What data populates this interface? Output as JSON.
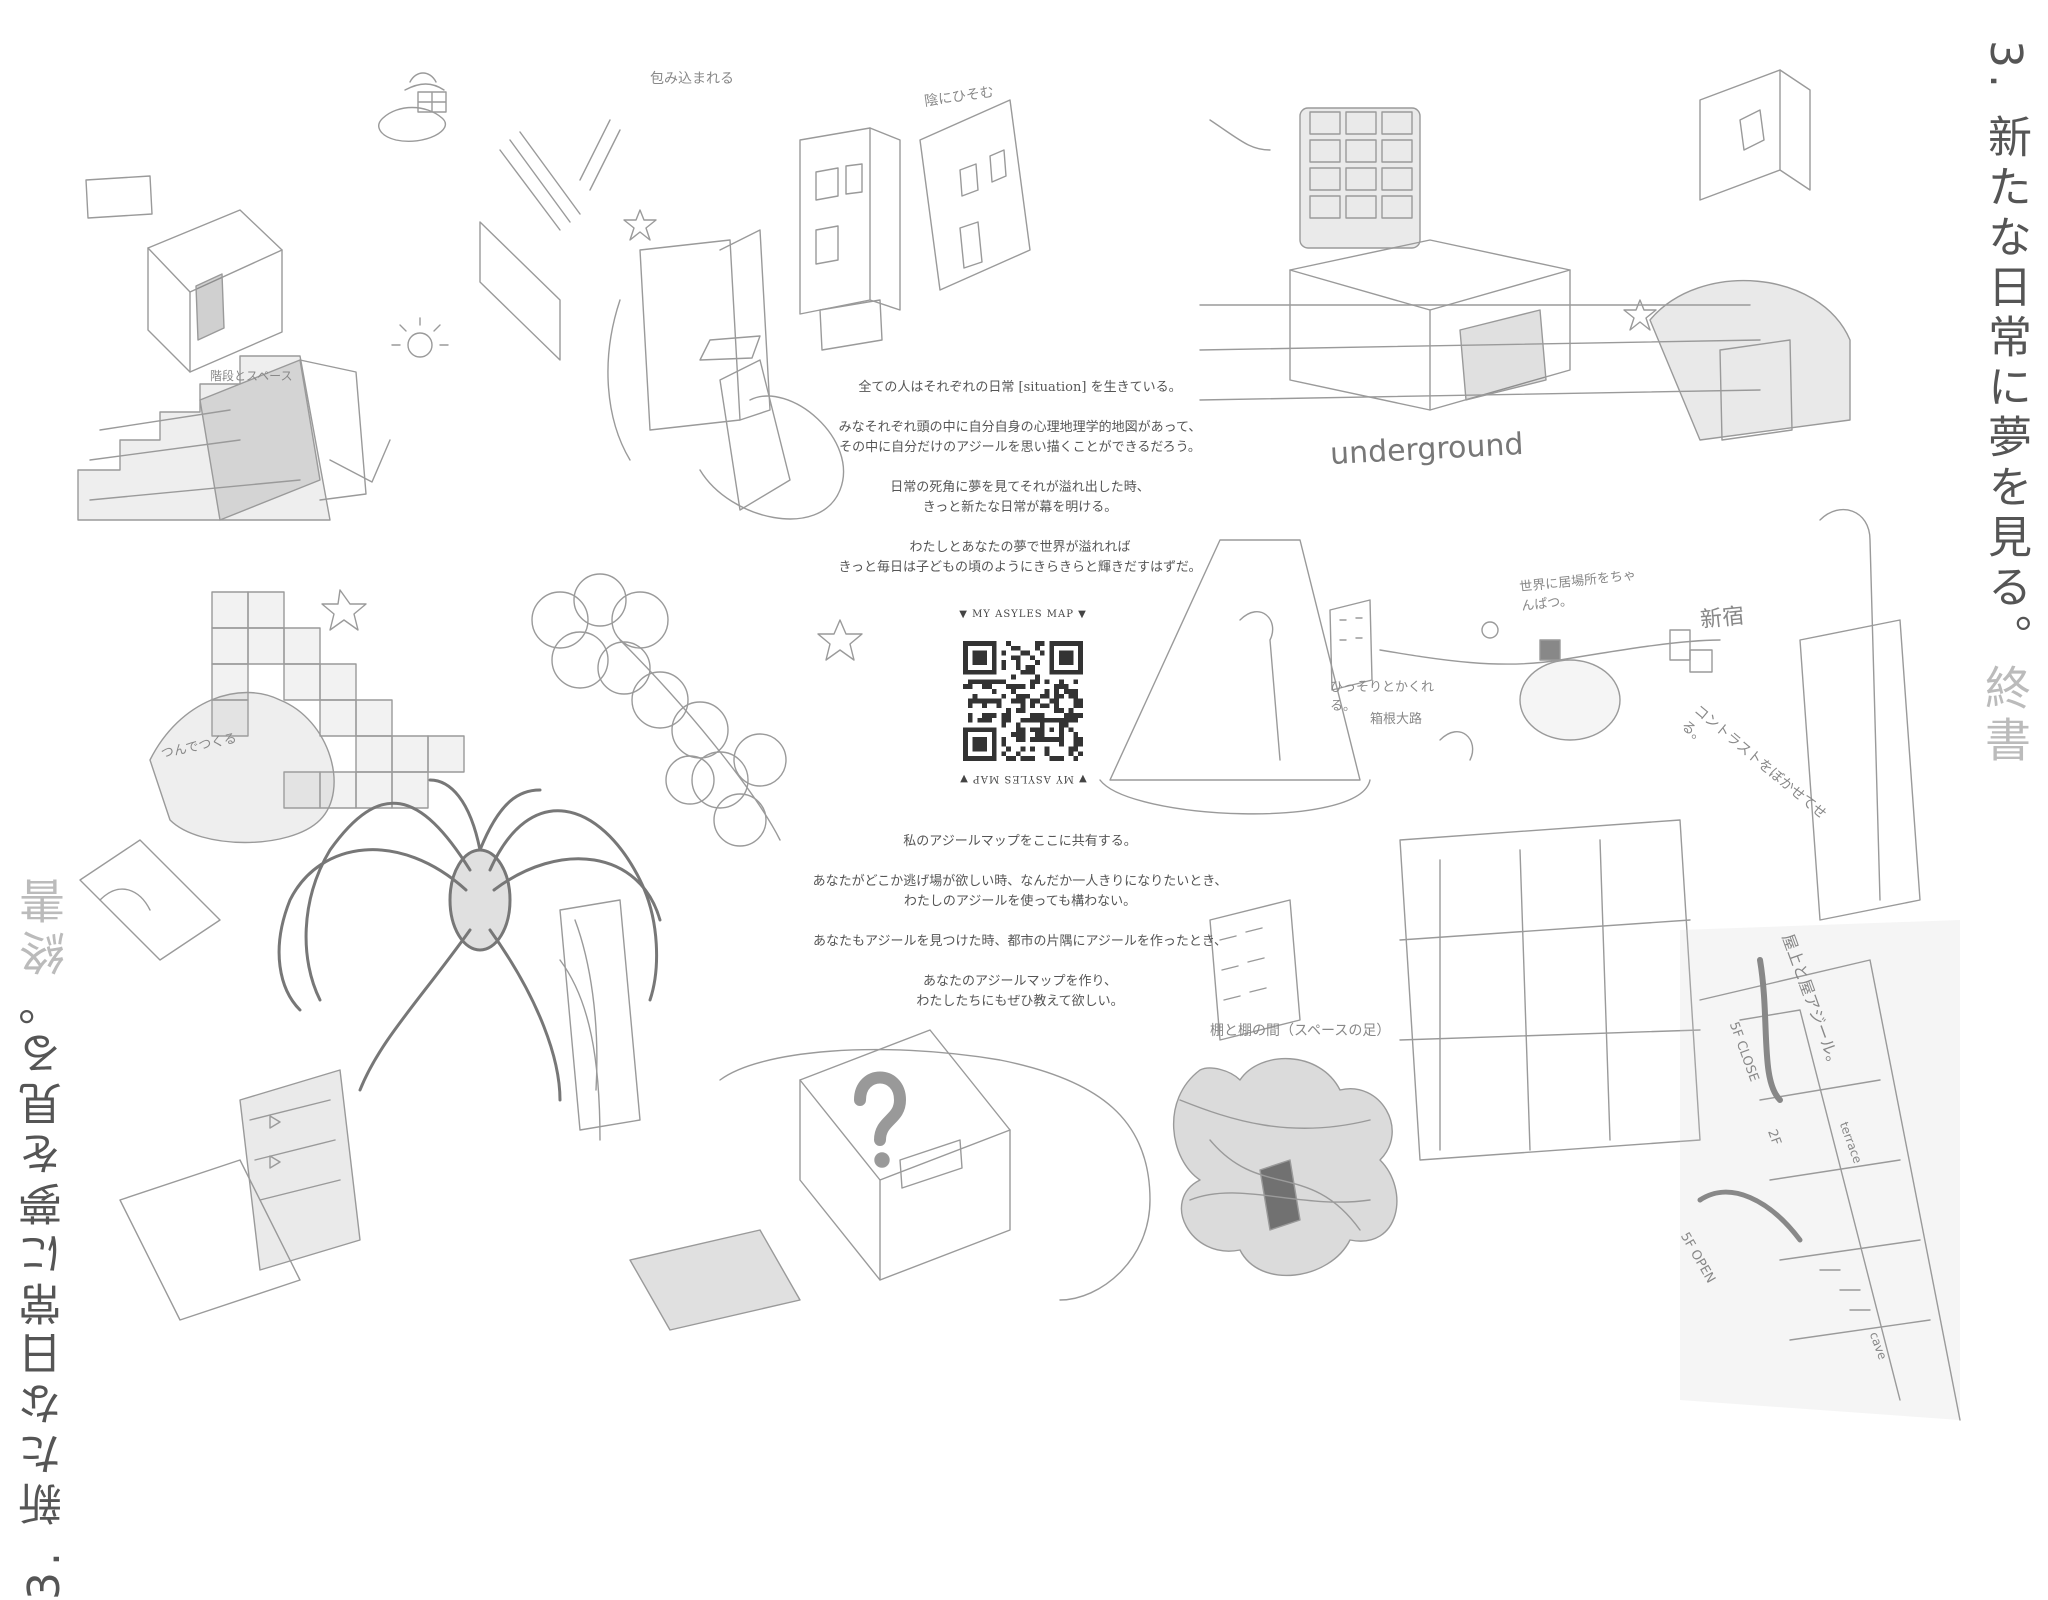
{
  "page": {
    "title_right": "3. 新たな日常に夢を見る。",
    "title_left": "3. 新たな日常に夢を見る。",
    "title_seal": "終書"
  },
  "intro_text": {
    "p1": "全ての人はそれぞれの日常 [situation] を生きている。",
    "p2a": "みなそれぞれ頭の中に自分自身の心理地理学的地図があって、",
    "p2b": "その中に自分だけのアジールを思い描くことができるだろう。",
    "p3a": "日常の死角に夢を見てそれが溢れ出した時、",
    "p3b": "きっと新たな日常が幕を明ける。",
    "p4a": "わたしとあなたの夢で世界が溢れれば",
    "p4b": "きっと毎日は子どもの頃のようにきらきらと輝きだすはずだ。"
  },
  "qr": {
    "caption": "▼ MY ASYLES MAP ▼",
    "caption_flipped": "▼ MY ASYLES MAP ▼"
  },
  "share_text": {
    "p1": "私のアジールマップをここに共有する。",
    "p2a": "あなたがどこか逃げ場が欲しい時、なんだか一人きりになりたいとき、",
    "p2b": "わたしのアジールを使っても構わない。",
    "p3": "あなたもアジールを見つけた時、都市の片隅にアジールを作ったとき、",
    "p4a": "あなたのアジールマップを作り、",
    "p4b": "わたしたちにもぜひ教えて欲しい。"
  },
  "handnotes": {
    "underground": "underground",
    "wrap": "包み込まれる",
    "shadow": "陰にひそむ",
    "landmark": "世界に居場所をちゃんぱつ。",
    "shinjuku": "新宿",
    "contrast": "コントラストをぼかせてせる。",
    "hide": "ひっそりとかくれる。",
    "station": "箱根大路",
    "build": "つんでつくる",
    "stairs": "階段とスペース",
    "gap": "棚と棚の間（スペースの足）",
    "roof": "屋上と屋アジール。",
    "close": "5F CLOSE",
    "open": "5F OPEN",
    "floor2": "2F",
    "terrace": "terrace",
    "cave": "cave"
  }
}
